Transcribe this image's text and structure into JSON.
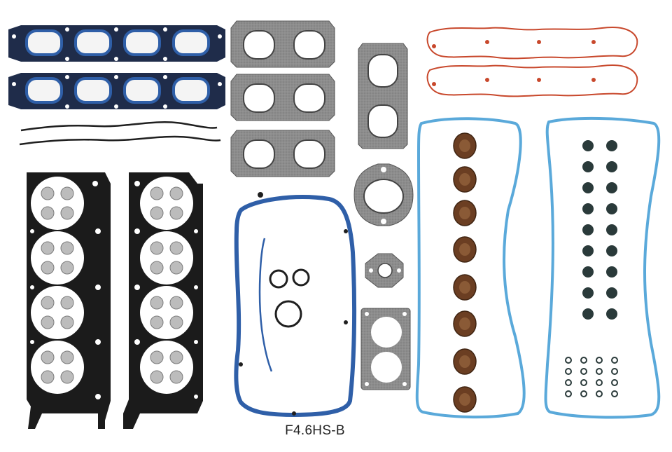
{
  "caption": "F4.6HS-B",
  "colors": {
    "background": "#ffffff",
    "blue_gasket": "#2f5fa8",
    "dark_gasket": "#1f1f1f",
    "graphite": "#8a8a8a",
    "red_gasket": "#c8482c",
    "light_blue_gasket": "#5aa9da",
    "seal_brown": "#7a4a2c",
    "valve_stem_seal": "#2a3a3a"
  },
  "parts": [
    {
      "name": "intake-manifold-gasket-upper",
      "color": "blue_gasket"
    },
    {
      "name": "intake-manifold-gasket-lower",
      "color": "blue_gasket"
    },
    {
      "name": "timing-cover-strip-gaskets",
      "color": "dark_gasket"
    },
    {
      "name": "cylinder-head-gasket-left",
      "color": "dark_gasket"
    },
    {
      "name": "cylinder-head-gasket-right",
      "color": "dark_gasket"
    },
    {
      "name": "exhaust-manifold-gaskets",
      "color": "graphite"
    },
    {
      "name": "oil-pan-front-cover-gasket",
      "color": "blue_gasket"
    },
    {
      "name": "egr-flange-gaskets",
      "color": "graphite"
    },
    {
      "name": "throttle-body-gasket",
      "color": "graphite"
    },
    {
      "name": "plenum-gaskets",
      "color": "red_gasket"
    },
    {
      "name": "valve-cover-gaskets",
      "color": "light_blue_gasket"
    },
    {
      "name": "spark-plug-tube-seals",
      "color": "seal_brown"
    },
    {
      "name": "valve-stem-seals",
      "color": "valve_stem_seal"
    }
  ]
}
